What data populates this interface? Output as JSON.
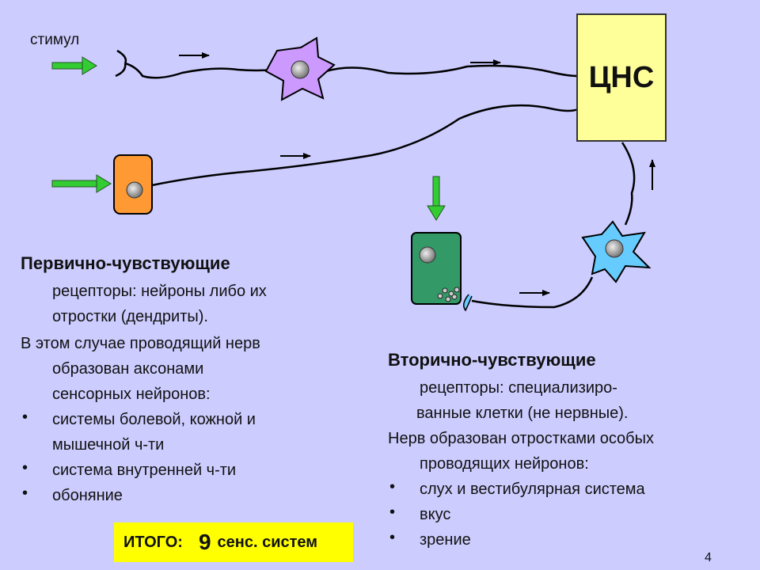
{
  "diagram": {
    "stimulus_label": "стимул",
    "cns_label": "ЦНС"
  },
  "primary": {
    "heading": "Первично-чувствующие",
    "lines": [
      "рецепторы: нейроны либо их",
      "отростки (дендриты).",
      "В этом случае проводящий нерв",
      "образован аксонами",
      "сенсорных нейронов:"
    ],
    "bullets": [
      "системы болевой, кожной и",
      "мышечной ч-ти",
      "система внутренней ч-ти",
      "обоняние"
    ]
  },
  "secondary": {
    "heading": "Вторично-чувствующие",
    "lines": [
      "рецепторы: специализиро-",
      "ванные клетки (не нервные).",
      "Нерв образован отростками особых",
      "проводящих нейронов:"
    ],
    "bullets": [
      "слух и вестибулярная система",
      "вкус",
      "зрение"
    ]
  },
  "total": {
    "label": "ИТОГО:",
    "number": "9",
    "suffix": "сенс. систем"
  },
  "page_number": "4",
  "colors": {
    "background": "#ccccff",
    "cns_fill": "#ffff99",
    "arrow_green": "#33cc33",
    "neuron_purple": "#cc99ff",
    "receptor_orange": "#ff9933",
    "receptor_green": "#339966",
    "neuron_blue": "#66ccff",
    "total_bg": "#ffff00"
  },
  "bullet_symbol": "•"
}
